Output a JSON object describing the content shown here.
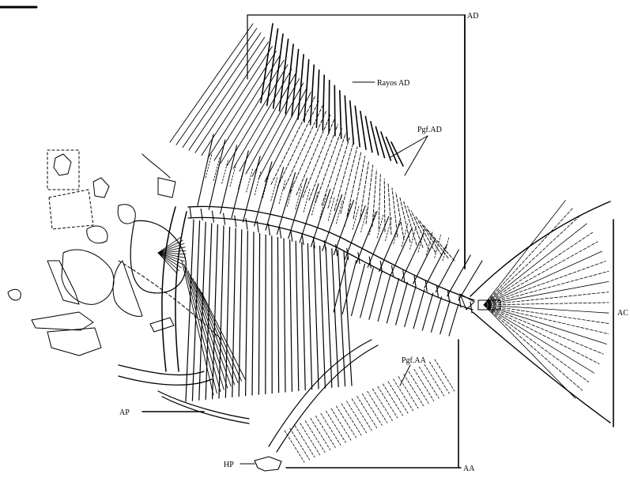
{
  "labels": {
    "ad": "AD",
    "rayos_ad": "Rayos AD",
    "pgf_ad": "Pgf.AD",
    "ac": "AC",
    "pgf_aa": "Pgf.AA",
    "ap": "AP",
    "hp": "HP",
    "aa": "AA"
  }
}
